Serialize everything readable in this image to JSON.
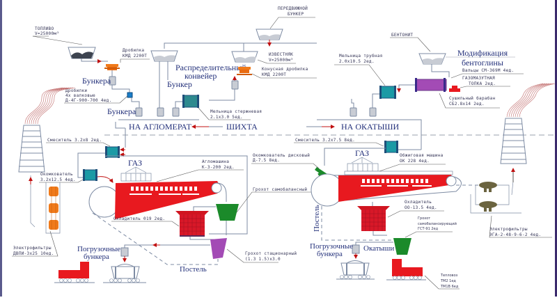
{
  "diagram": {
    "title": "Технологическая схема: аглофабрика и фабрика окатышей",
    "colors": {
      "line": "#7d8ba3",
      "label_text": "#333355",
      "heading_text": "#23307a",
      "red": "#e8191f",
      "green": "#1b8a2a",
      "teal": "#1b9aa5",
      "orange": "#f07a1a",
      "purple": "#a34bb5",
      "olive": "#6b6440",
      "gray_bin": "#c8ccd4",
      "arrow": "#c01010",
      "border": "#4a3a7c"
    },
    "left_section": {
      "fuel": {
        "line1": "ТОПЛИВО",
        "line2": "V=25000м³"
      },
      "crusher_kmd_left": {
        "line1": "Дробилка",
        "line2": "КМД 2200Т"
      },
      "bunkers_1": "Бункера",
      "crushers_roll": {
        "line1": "Дробилки",
        "line2": "4х валковые",
        "line3": "Д-4Г-900-700 4ед."
      },
      "bunkers_2": "Бункера",
      "distribution_conveyor": {
        "line1": "Распределительный",
        "line2": "конвейер"
      },
      "bunker": "Бункер",
      "mobile_bunker": {
        "line1": "ПЕРЕДВИЖНОЙ",
        "line2": "БУНКЕР"
      },
      "limestone": {
        "line1": "ИЗВЕСТНЯК",
        "line2": "V=25000м³"
      },
      "cone_crusher": {
        "line1": "Конусная дробилка",
        "line2": "КМД 2200Т"
      },
      "rod_mill": {
        "line1": "Мельница стержневая",
        "line2": "2.1х3.0   5ед."
      },
      "to_sinter": "НА АГЛОМЕРАТ",
      "charge": "ШИХТА",
      "mixer_left": "Смеситель 3.2х8  2ед.",
      "pelletizer_left": {
        "line1": "Окомкователь",
        "line2": "3.2х12.5  4ед."
      },
      "gas_left": "ГАЗ",
      "sinter_machine": {
        "line1": "Агломашина",
        "line2": "К-3-200    2ед."
      },
      "self_balancing_screen": "Грохот самобалансный",
      "cooler_left": "Охладитель 019    2ед.",
      "stationary_screen": {
        "line1": "Грохот стационарный",
        "line2": "(1.3 1.5)х3.0"
      },
      "electrofilters_left": {
        "line1": "Электрофильтры",
        "line2": "ДВПИ-3х25  10ед."
      },
      "loading_bunkers_left": {
        "line1": "Погрузочные",
        "line2": "бункера"
      },
      "bedding_left": "Постель"
    },
    "right_section": {
      "bentonite": "БЕНТОНИТ",
      "bentonite_mod": {
        "line1": "Модификация",
        "line2": "бентоглины"
      },
      "rolls": "Вальцы СМ-369М   4ед.",
      "gas_oil_furnace": {
        "line1": "ГАЗОМАЗУТНАЯ",
        "line2": "ТОПКА   2ед."
      },
      "drying_drum": {
        "line1": "Сушильный барабан",
        "line2": "СБ2.8х14   2ед."
      },
      "tube_mill": {
        "line1": "Мельница трубная",
        "line2": "2.0х10.5  2ед."
      },
      "to_pellets": "НА ОКАТЫШИ",
      "mixer_right": "Смеситель 3.2х7.5   8ед.",
      "pelletizer_disk": {
        "line1": "Окомкователь дисковый",
        "line2": "Д-7.5    8ед."
      },
      "gas_right": "ГАЗ",
      "roasting_machine": {
        "line1": "Обжиговая машина",
        "line2": "ОК 228    4ед."
      },
      "cooler_right": {
        "line1": "Охладитель",
        "line2": "ОО-13.5     4ед."
      },
      "screen_right": {
        "line1": "Грохот",
        "line2": "самобалансирующий",
        "line3": "ГСТ-91  2ед"
      },
      "bedding_right": "Постель",
      "loading_bunkers_right": {
        "line1": "Погрузочные",
        "line2": "бункера"
      },
      "pellets": "Окатыши",
      "locomotives": {
        "line1": "Тепловоз",
        "line2": "ТМ2   1ед",
        "line3": "ТМ1В  6ед"
      },
      "electrofilters_right": {
        "line1": "Электрофильтры",
        "line2": "ЭГА-2-48-9-6-2    4ед."
      }
    }
  }
}
